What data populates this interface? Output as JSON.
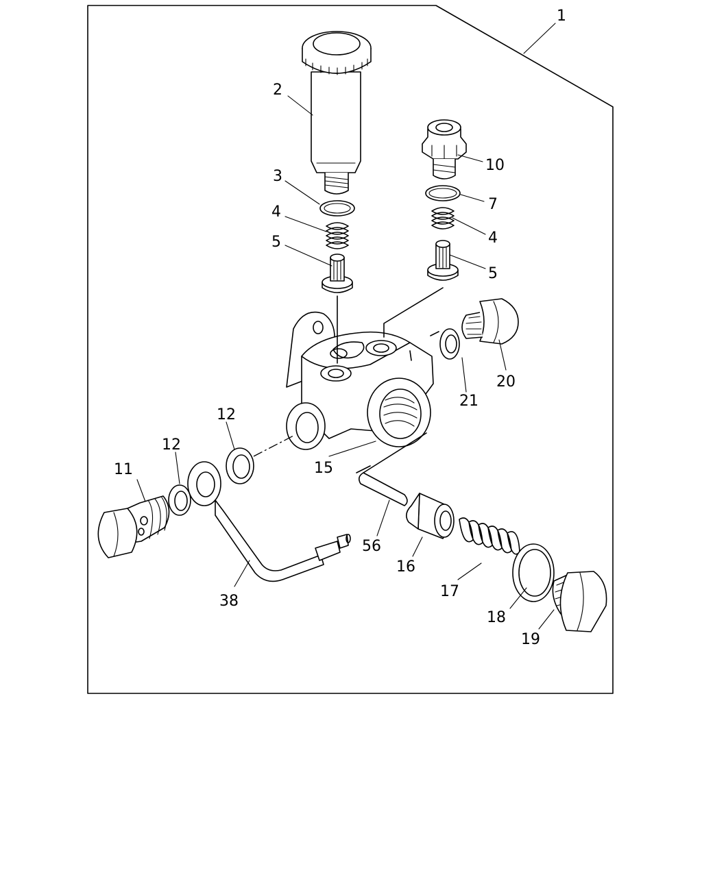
{
  "diagram": {
    "callouts": {
      "c1": "1",
      "c2": "2",
      "c3": "3",
      "c4a": "4",
      "c4b": "4",
      "c5a": "5",
      "c5b": "5",
      "c7": "7",
      "c10": "10",
      "c11": "11",
      "c12a": "12",
      "c12b": "12",
      "c15": "15",
      "c16": "16",
      "c17": "17",
      "c18": "18",
      "c19": "19",
      "c20": "20",
      "c21": "21",
      "c38": "38",
      "c56": "56"
    }
  }
}
